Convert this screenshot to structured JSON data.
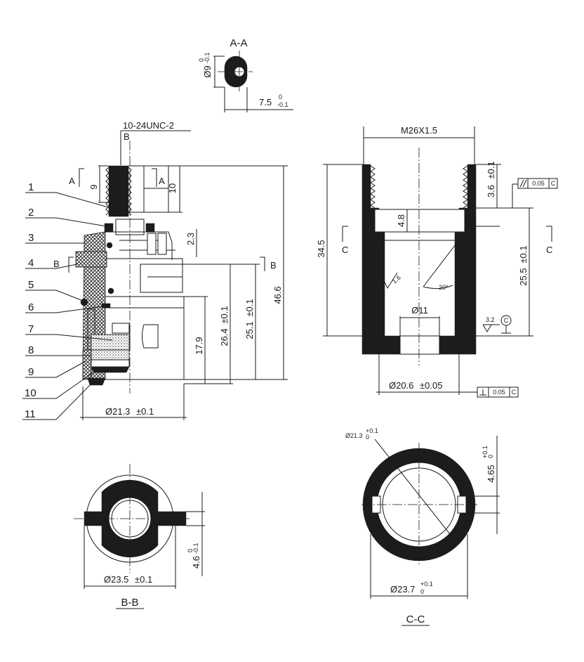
{
  "section_aa": {
    "title": "A-A",
    "dia_label": "Ø9",
    "dia_tol_upper": "0",
    "dia_tol_lower": "-0.1",
    "width_label": "7.5",
    "width_tol_upper": "0",
    "width_tol_lower": "-0.1"
  },
  "assembly": {
    "thread_label": "10-24UNC-2",
    "section_letter_a": "A",
    "section_letter_b": "B",
    "dim_9": "9",
    "dim_10": "10",
    "dim_2_3": "2.3",
    "dim_17_9": "17.9",
    "dim_26_4": "26.4",
    "dim_25_1": "25.1",
    "tol_01": "±0.1",
    "dim_46_6": "46.6",
    "dia_21_3": "Ø21.3",
    "balloons": [
      "1",
      "2",
      "3",
      "4",
      "5",
      "6",
      "7",
      "8",
      "9",
      "10",
      "11"
    ]
  },
  "housing": {
    "thread_label": "M26X1.5",
    "dim_34_5": "34.5",
    "dim_4_8": "4.8",
    "dim_3_6": "3.6",
    "tol_01": "±0.1",
    "dim_25_5": "25.5",
    "roughness_16": "1.6",
    "angle_20": "20°",
    "dia_11": "Ø11",
    "roughness_32": "3.2",
    "datum_c": "C",
    "section_letter_c": "C",
    "dia_20_6": "Ø20.6",
    "tol_005": "±0.05",
    "gdt_parallel_value": "0.05",
    "gdt_perp_value": "0.05",
    "gdt_datum": "C"
  },
  "section_bb": {
    "title": "B-B",
    "dia_label": "Ø23.5",
    "tol_01": "±0.1",
    "width_label": "4.6",
    "width_tol_upper": "0",
    "width_tol_lower": "-0.1"
  },
  "section_cc": {
    "title": "C-C",
    "dia_213": "Ø21.3",
    "dia_213_tol_upper": "+0.1",
    "dia_213_tol_lower": "0",
    "dia_237": "Ø23.7",
    "dia_237_tol_upper": "+0.1",
    "dia_237_tol_lower": "0",
    "width_label": "4.65",
    "width_tol_upper": "+0.1",
    "width_tol_lower": "0"
  }
}
